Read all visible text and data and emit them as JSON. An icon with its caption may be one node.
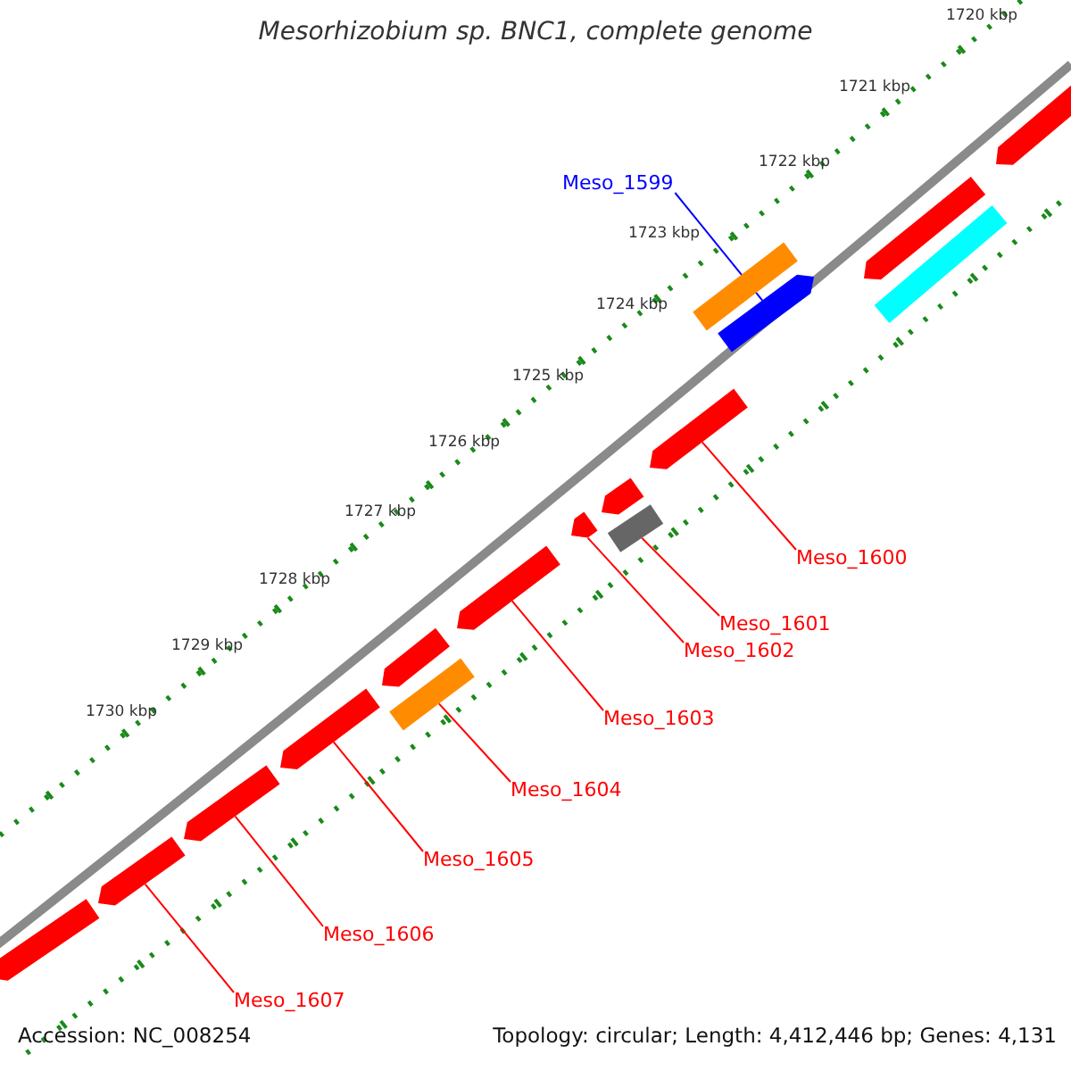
{
  "diagram": {
    "title": "Mesorhizobium sp. BNC1, complete genome",
    "nodes": [
      {
        "text": [
          "Meso_1599"
        ]
      },
      {
        "text": [
          "Meso_1600"
        ]
      },
      {
        "text": [
          "Meso_1601"
        ]
      },
      {
        "text": [
          "Meso_1602"
        ]
      },
      {
        "text": [
          "Meso_1603"
        ]
      },
      {
        "text": [
          "Meso_1604"
        ]
      },
      {
        "text": [
          "Meso_1605"
        ]
      },
      {
        "text": [
          "Meso_1606"
        ]
      },
      {
        "text": [
          "Meso_1607"
        ]
      },
      {
        "text": [],
        "shape": "arrow"
      },
      {
        "text": [],
        "shape": "arrow"
      },
      {
        "text": [],
        "shape": "box"
      },
      {
        "text": [],
        "shape": "box"
      },
      {
        "text": [],
        "shape": "arrow"
      },
      {
        "text": [],
        "shape": "arrow"
      },
      {
        "text": [],
        "shape": "arrow"
      },
      {
        "text": [],
        "shape": "box"
      },
      {
        "text": [],
        "shape": "arrow"
      },
      {
        "text": [],
        "shape": "arrow"
      },
      {
        "text": [],
        "shape": "arrow"
      },
      {
        "text": [],
        "shape": "box"
      },
      {
        "text": [],
        "shape": "arrow"
      },
      {
        "text": [],
        "shape": "arrow"
      },
      {
        "text": [],
        "shape": "arrow"
      },
      {
        "text": [],
        "shape": "arrow"
      }
    ],
    "edges": [
      {
        "from": 0,
        "to": 13,
        "arrow": "none",
        "color": "#0000ff"
      },
      {
        "from": 1,
        "to": 14,
        "arrow": "none"
      },
      {
        "from": 2,
        "to": 16,
        "arrow": "none"
      },
      {
        "from": 3,
        "to": 17,
        "arrow": "none"
      },
      {
        "from": 4,
        "to": 18,
        "arrow": "none"
      },
      {
        "from": 5,
        "to": 20,
        "arrow": "none"
      },
      {
        "from": 6,
        "to": 21,
        "arrow": "none"
      },
      {
        "from": 7,
        "to": 22,
        "arrow": "none"
      },
      {
        "from": 8,
        "to": 23,
        "arrow": "none"
      }
    ],
    "labels": [
      "1720 kbp",
      "1721 kbp",
      "1722 kbp",
      "1723 kbp",
      "1724 kbp",
      "1725 kbp",
      "1726 kbp",
      "1727 kbp",
      "1728 kbp",
      "1729 kbp",
      "1730 kbp",
      "Accession: NC_008254",
      "Topology: circular; Length: 4,412,446 bp; Genes: 4,131"
    ]
  }
}
